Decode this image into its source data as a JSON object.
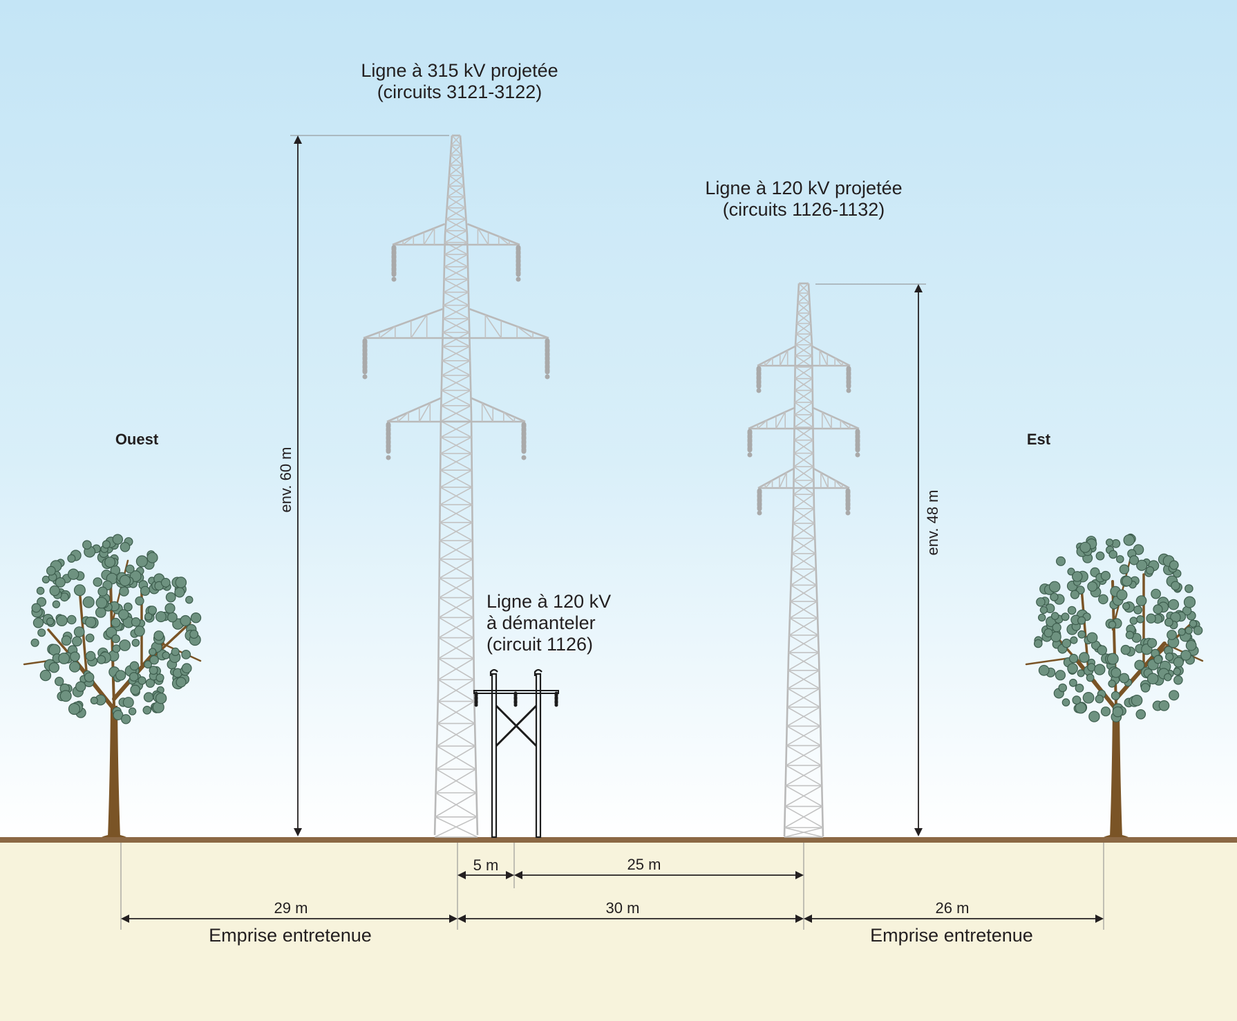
{
  "colors": {
    "sky_top": "#c4e5f6",
    "sky_bottom": "#ffffff",
    "ground_fill": "#f7f3dc",
    "ground_line": "#8b6844",
    "tower_new": "#b9b9b9",
    "tower_old": "#1c1c1c",
    "foliage": "#6e9280",
    "trunk": "#7a5426"
  },
  "labels": {
    "line_315": [
      "Ligne à 315 kV projetée",
      "(circuits 3121-3122)"
    ],
    "line_120_new": [
      "Ligne à 120 kV projetée",
      "(circuits 1126-1132)"
    ],
    "line_120_old": [
      "Ligne à 120 kV",
      "à démanteler",
      "(circuit 1126)"
    ],
    "west": "Ouest",
    "east": "Est"
  },
  "heights": {
    "tower_315": "env. 60 m",
    "tower_120": "env. 48 m"
  },
  "distances": {
    "d5": "5 m",
    "d25": "25 m",
    "d29": "29 m",
    "d30": "30 m",
    "d26": "26 m",
    "emprise_west": "Emprise entretenue",
    "emprise_east": "Emprise entretenue"
  }
}
